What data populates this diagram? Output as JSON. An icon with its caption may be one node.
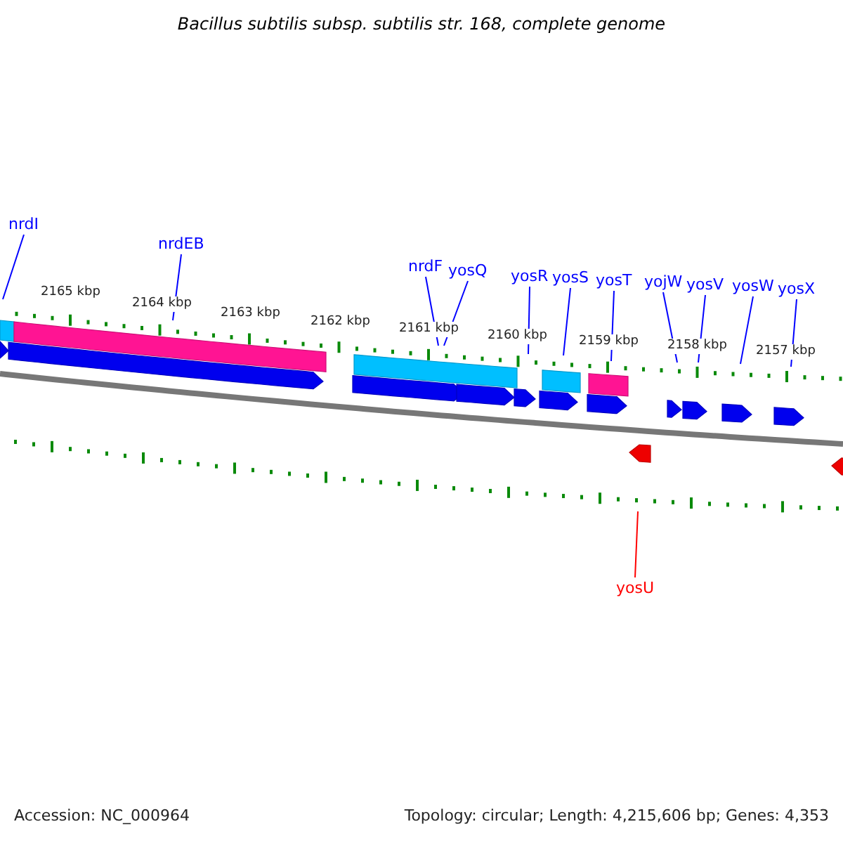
{
  "diagram": {
    "title": "Bacillus subtilis subsp. subtilis str. 168, complete genome",
    "nodes": [
      {
        "text": [
          "nrdI"
        ]
      },
      {
        "text": [
          "nrdEB"
        ]
      },
      {
        "text": [
          "nrdF"
        ]
      },
      {
        "text": [
          "yosQ"
        ]
      },
      {
        "text": [
          "yosR"
        ]
      },
      {
        "text": [
          "yosS"
        ]
      },
      {
        "text": [
          "yosT"
        ]
      },
      {
        "text": [
          "yojW"
        ]
      },
      {
        "text": [
          "yosV"
        ]
      },
      {
        "text": [
          "yosW"
        ]
      },
      {
        "text": [
          "yosX"
        ]
      },
      {
        "text": [
          "yosU"
        ]
      },
      {
        "text": [],
        "shape": "picture"
      }
    ],
    "edges": [
      {
        "from": 0,
        "to": 12,
        "arrow": "none"
      },
      {
        "from": 1,
        "to": 12,
        "arrow": "none"
      },
      {
        "from": 2,
        "to": 12,
        "arrow": "none"
      },
      {
        "from": 3,
        "to": 12,
        "arrow": "none"
      },
      {
        "from": 4,
        "to": 12,
        "arrow": "none"
      },
      {
        "from": 5,
        "to": 12,
        "arrow": "none"
      },
      {
        "from": 6,
        "to": 12,
        "arrow": "none"
      },
      {
        "from": 7,
        "to": 12,
        "arrow": "none"
      },
      {
        "from": 8,
        "to": 12,
        "arrow": "none"
      },
      {
        "from": 9,
        "to": 12,
        "arrow": "none"
      },
      {
        "from": 10,
        "to": 12,
        "arrow": "none"
      },
      {
        "from": 11,
        "to": 12,
        "arrow": "none",
        "color": "#ff0000"
      }
    ],
    "labels": [
      "2165 kbp",
      "2164 kbp",
      "2163 kbp",
      "2162 kbp",
      "2161 kbp",
      "2160 kbp",
      "2159 kbp",
      "2158 kbp",
      "2157 kbp",
      "Accession: NC_000964",
      "Topology: circular; Length: 4,215,606 bp; Genes: 4,353"
    ]
  }
}
